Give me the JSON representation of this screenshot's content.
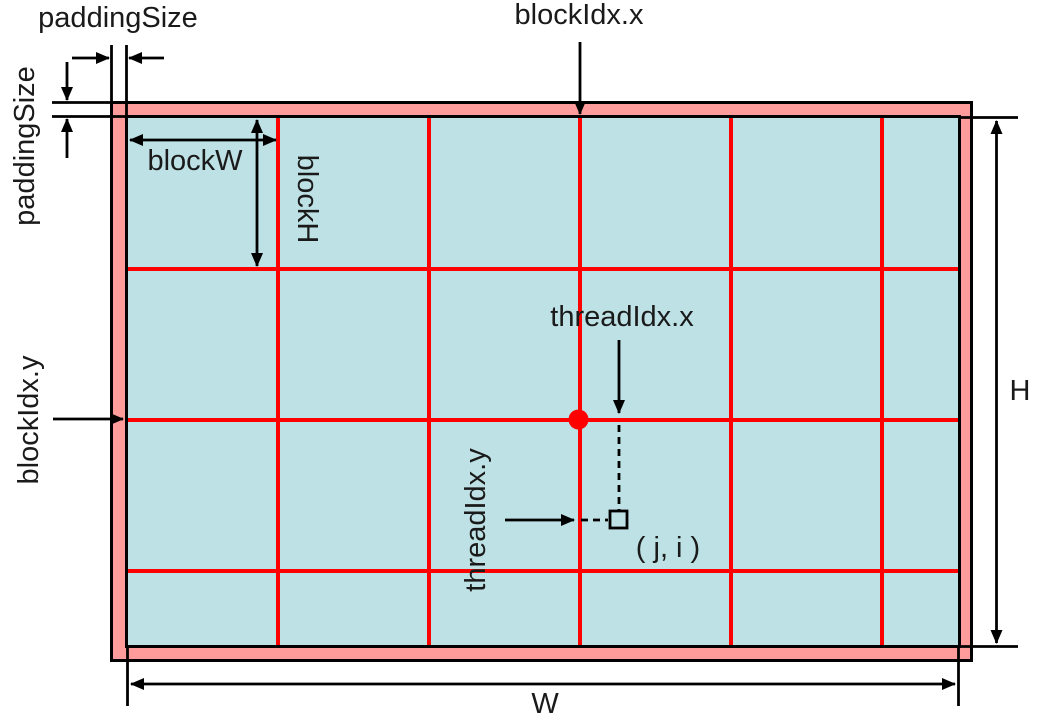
{
  "diagram": {
    "labels": {
      "padding_size_top": "paddingSize",
      "padding_size_left": "paddingSize",
      "block_idx_x": "blockIdx.x",
      "block_idx_y": "blockIdx.y",
      "block_w": "blockW",
      "block_h": "blockH",
      "thread_idx_x": "threadIdx.x",
      "thread_idx_y": "threadIdx.y",
      "thread_coord": "( j, i )",
      "domain_width": "W",
      "domain_height": "H"
    },
    "colors": {
      "background": "#FFFFFF",
      "padding": "#FE9C9C",
      "interior": "#BDE1E5",
      "grid_line": "#FF0000",
      "outline": "#000000",
      "text": "#1A1A1A",
      "origin_dot": "#FF0000"
    },
    "grid": {
      "block_columns_visible": 6,
      "block_rows_visible": 4,
      "last_column_partial": true,
      "last_row_partial": true
    }
  }
}
